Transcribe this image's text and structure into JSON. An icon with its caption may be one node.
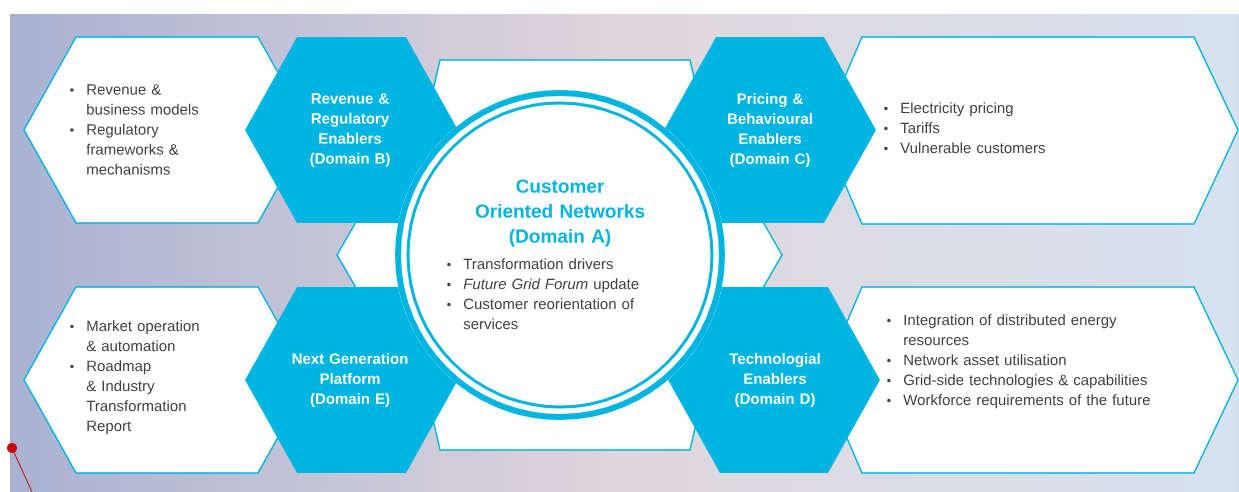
{
  "diagram": {
    "nodes": [
      {
        "text": [
          "Revenue & business models",
          "Regulatory frameworks & mechanisms"
        ]
      },
      {
        "text": [
          "Revenue & Regulatory Enablers (Domain B)"
        ]
      },
      {
        "text": [
          "Pricing & Behavioural Enablers (Domain C)"
        ]
      },
      {
        "text": [
          "Electricity pricing",
          "Tariffs",
          "Vulnerable customers"
        ]
      },
      {
        "text": [
          "Customer Oriented Networks (Domain A)",
          "Transformation drivers",
          "*Future Grid Forum* update",
          "Customer reorientation of services"
        ]
      },
      {
        "text": [
          "Market operation & automation",
          "Roadmap & Industry Transformation Report"
        ]
      },
      {
        "text": [
          "Next Generation Platform (Domain E)"
        ]
      },
      {
        "text": [
          "Technologial Enablers (Domain D)"
        ]
      },
      {
        "text": [
          "Integration of distributed energy resources",
          "Network asset utilisation",
          "Grid-side technologies & capabilities",
          "Workforce requirements of the future"
        ]
      }
    ]
  }
}
